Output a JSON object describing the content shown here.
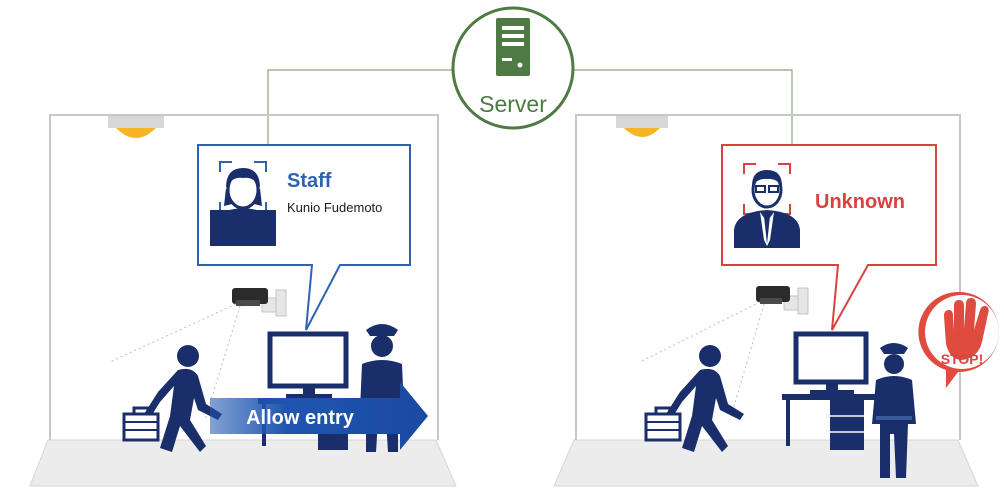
{
  "server": {
    "label": "Server",
    "icon": "server-icon",
    "color": "#4f7a43"
  },
  "left_scene": {
    "card": {
      "title": "Staff",
      "name": "Kunio Fudemoto",
      "color": "#2e63b4",
      "icon": "staff-face-icon"
    },
    "arrow_label": "Allow entry",
    "arrow_color": "#1f55b0"
  },
  "right_scene": {
    "card": {
      "title": "Unknown",
      "color": "#d9433f",
      "icon": "unknown-face-icon"
    },
    "stop_label": "STOP!",
    "stop_color": "#e04b3f"
  },
  "figure_color": "#1a2e6b"
}
